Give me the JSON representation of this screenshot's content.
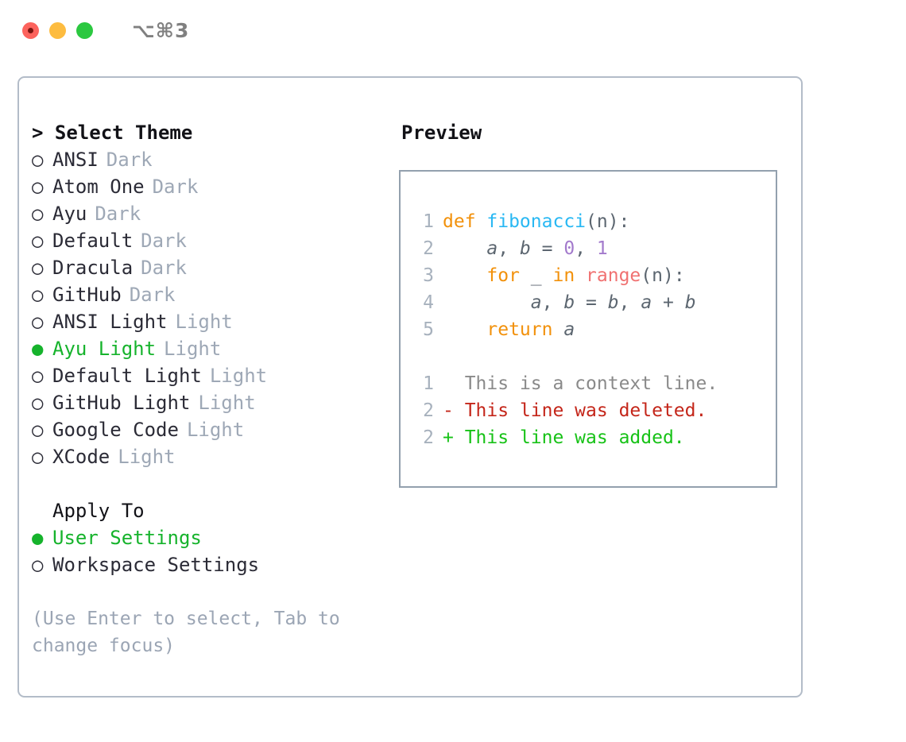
{
  "window": {
    "traffic_lights": [
      "close",
      "minimize",
      "zoom"
    ],
    "shortcut_label": "⌥⌘3"
  },
  "theme_picker": {
    "header": "> Select Theme",
    "selected_theme": "Ayu Light",
    "bullet_selected": "●",
    "bullet_unselected": "○",
    "accent_color": "#16B32C",
    "items": [
      {
        "name": "ANSI",
        "category": "Dark",
        "selected": false
      },
      {
        "name": "Atom One",
        "category": "Dark",
        "selected": false
      },
      {
        "name": "Ayu",
        "category": "Dark",
        "selected": false
      },
      {
        "name": "Default",
        "category": "Dark",
        "selected": false
      },
      {
        "name": "Dracula",
        "category": "Dark",
        "selected": false
      },
      {
        "name": "GitHub",
        "category": "Dark",
        "selected": false
      },
      {
        "name": "ANSI Light",
        "category": "Light",
        "selected": false
      },
      {
        "name": "Ayu Light",
        "category": "Light",
        "selected": true
      },
      {
        "name": "Default Light",
        "category": "Light",
        "selected": false
      },
      {
        "name": "GitHub Light",
        "category": "Light",
        "selected": false
      },
      {
        "name": "Google Code",
        "category": "Light",
        "selected": false
      },
      {
        "name": "XCode",
        "category": "Light",
        "selected": false
      }
    ]
  },
  "apply_to": {
    "header": "Apply To",
    "selected": "User Settings",
    "items": [
      {
        "label": "User Settings",
        "selected": true
      },
      {
        "label": "Workspace Settings",
        "selected": false
      }
    ]
  },
  "hint": "(Use Enter to select, Tab to change focus)",
  "preview": {
    "header": "Preview",
    "code_lines": [
      {
        "number": "1",
        "tokens": [
          {
            "text": "def ",
            "kind": "kw"
          },
          {
            "text": "fibonacci",
            "kind": "fn"
          },
          {
            "text": "(n):",
            "kind": "punc"
          }
        ]
      },
      {
        "number": "2",
        "tokens": [
          {
            "text": "    ",
            "kind": "punc"
          },
          {
            "text": "a",
            "kind": "id"
          },
          {
            "text": ", ",
            "kind": "punc"
          },
          {
            "text": "b",
            "kind": "id"
          },
          {
            "text": " = ",
            "kind": "punc"
          },
          {
            "text": "0",
            "kind": "num"
          },
          {
            "text": ", ",
            "kind": "punc"
          },
          {
            "text": "1",
            "kind": "num"
          }
        ]
      },
      {
        "number": "3",
        "tokens": [
          {
            "text": "    ",
            "kind": "punc"
          },
          {
            "text": "for",
            "kind": "kw"
          },
          {
            "text": " _ ",
            "kind": "id"
          },
          {
            "text": "in",
            "kind": "kw"
          },
          {
            "text": " ",
            "kind": "punc"
          },
          {
            "text": "range",
            "kind": "bi"
          },
          {
            "text": "(n):",
            "kind": "punc"
          }
        ]
      },
      {
        "number": "4",
        "tokens": [
          {
            "text": "        ",
            "kind": "punc"
          },
          {
            "text": "a",
            "kind": "id"
          },
          {
            "text": ", ",
            "kind": "punc"
          },
          {
            "text": "b",
            "kind": "id"
          },
          {
            "text": " = ",
            "kind": "punc"
          },
          {
            "text": "b",
            "kind": "id"
          },
          {
            "text": ", ",
            "kind": "punc"
          },
          {
            "text": "a",
            "kind": "id"
          },
          {
            "text": " + ",
            "kind": "punc"
          },
          {
            "text": "b",
            "kind": "id"
          }
        ]
      },
      {
        "number": "5",
        "tokens": [
          {
            "text": "    ",
            "kind": "punc"
          },
          {
            "text": "return",
            "kind": "kw"
          },
          {
            "text": " ",
            "kind": "punc"
          },
          {
            "text": "a",
            "kind": "id"
          }
        ]
      }
    ],
    "diff_lines": [
      {
        "number": "1",
        "marker": " ",
        "text": "This is a context line.",
        "kind": "context"
      },
      {
        "number": "2",
        "marker": "-",
        "text": "This line was deleted.",
        "kind": "deleted"
      },
      {
        "number": "2",
        "marker": "+",
        "text": "This line was added.",
        "kind": "added"
      }
    ],
    "syntax_colors": {
      "keyword": "#F2910B",
      "function": "#29B8F3",
      "number": "#A37ACC",
      "builtin": "#F07171",
      "identifier": "#5C6670",
      "line_number": "#A7B1BD",
      "diff_context": "#8A8A8A",
      "diff_deleted": "#C4261A",
      "diff_added": "#17C217"
    }
  }
}
